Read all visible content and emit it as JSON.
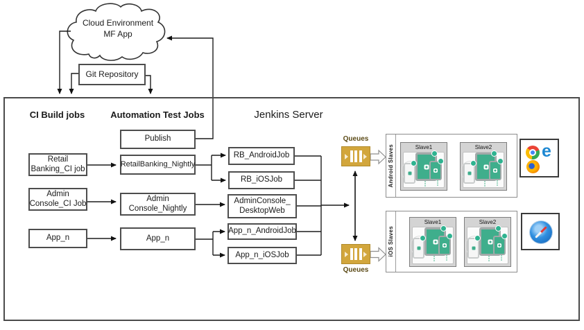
{
  "cloud": {
    "line1": "Cloud Environment",
    "line2": "MF App"
  },
  "git_repository": {
    "label": "Git Repository"
  },
  "jenkins_server": {
    "title": "Jenkins Server"
  },
  "headers": {
    "ci_build": "CI Build jobs",
    "automation_test": "Automation Test Jobs"
  },
  "ci_build_jobs": [
    {
      "line1": "Retail",
      "line2": "Banking_CI job"
    },
    {
      "line1": "Admin",
      "line2": "Console_CI Job"
    },
    {
      "line1": "App_n",
      "line2": ""
    }
  ],
  "automation_test_jobs": {
    "publish": "Publish",
    "jobs": [
      {
        "line1": "RetailBanking_Nightly",
        "line2": ""
      },
      {
        "line1": "Admin",
        "line2": "Console_Nightly"
      },
      {
        "line1": "App_n",
        "line2": ""
      }
    ]
  },
  "device_jobs": [
    {
      "line1": "RB_AndroidJob",
      "line2": ""
    },
    {
      "line1": "RB_iOSJob",
      "line2": ""
    },
    {
      "line1": "AdminConsole_",
      "line2": "DesktopWeb"
    },
    {
      "line1": "App_n_AndroidJob",
      "line2": ""
    },
    {
      "line1": "App_n_iOSJob",
      "line2": ""
    }
  ],
  "queues": {
    "top_label": "Queues",
    "bottom_label": "Queues"
  },
  "slave_groups": {
    "android": {
      "label": "Android Slaves",
      "tiles": [
        "Slave1",
        "Slave2"
      ]
    },
    "ios": {
      "label": "iOS Slaves",
      "tiles": [
        "Slave1",
        "Slave2"
      ]
    }
  },
  "browsers": {
    "desktop_icons": [
      "chrome-icon",
      "edge-icon",
      "firefox-icon"
    ],
    "mobile_icons": [
      "safari-icon"
    ]
  },
  "colors": {
    "queue_gold": "#d2a63c",
    "device_green": "#3fae8c",
    "connector": "#1c1c1c"
  }
}
